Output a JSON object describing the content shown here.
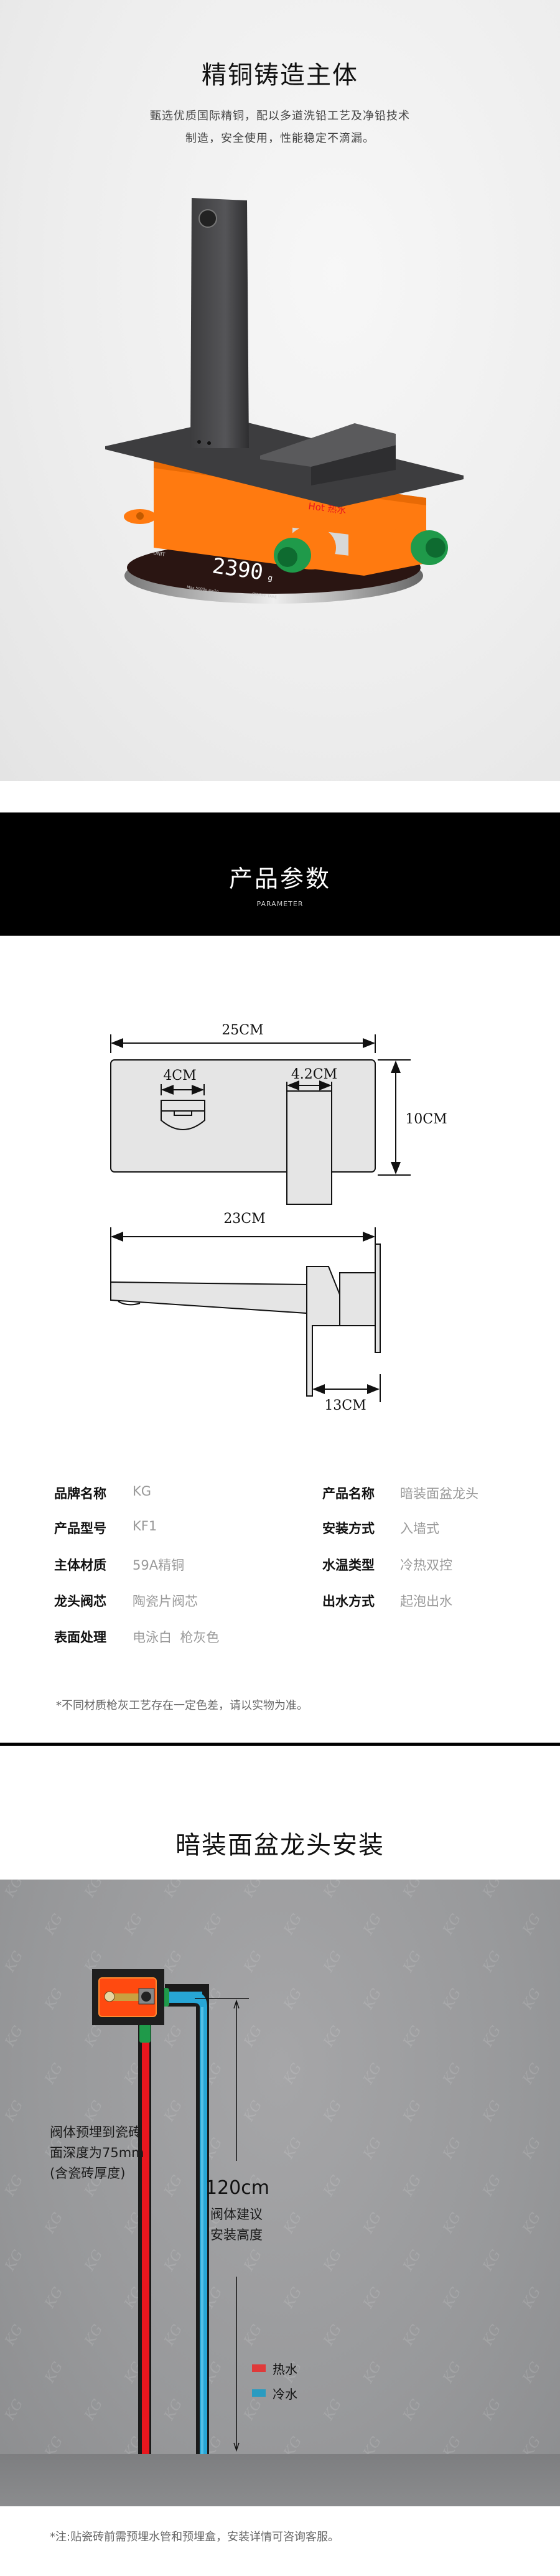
{
  "hero": {
    "title": "精铜铸造主体",
    "subtitle_lines": [
      "甄选优质国际精铜，配以多道洗铅工艺及净铅技术",
      "制造，安全使用，性能稳定不滴漏。"
    ],
    "product_labels": {
      "hot": "Hot 热水",
      "scale_reading": "2390",
      "scale_unit": "g",
      "scale_unit_btn": "UNIT",
      "scale_tare_btn": "ON/OFF TARE",
      "scale_max": "Max.5000g  e=1g"
    }
  },
  "parameter_band": {
    "title": "产品参数",
    "subtitle": "PARAMETER"
  },
  "dimensions": {
    "overall_width": "25CM",
    "handle_width": "4CM",
    "lever_width": "4.2CM",
    "plate_height": "10CM",
    "spout_length": "23CM",
    "lever_depth": "13CM"
  },
  "specs": {
    "left": [
      {
        "label": "品牌名称",
        "value": "KG"
      },
      {
        "label": "产品型号",
        "value": "KF1"
      },
      {
        "label": "主体材质",
        "value": "59A精铜"
      },
      {
        "label": "龙头阀芯",
        "value": "陶瓷片阀芯"
      },
      {
        "label": "表面处理",
        "value": "电泳白  枪灰色"
      }
    ],
    "right": [
      {
        "label": "产品名称",
        "value": "暗装面盆龙头"
      },
      {
        "label": "安装方式",
        "value": "入墙式"
      },
      {
        "label": "水温类型",
        "value": "冷热双控"
      },
      {
        "label": "出水方式",
        "value": "起泡出水"
      }
    ],
    "note": "*不同材质枪灰工艺存在一定色差，请以实物为准。"
  },
  "installation": {
    "title": "暗装面盆龙头安装",
    "depth_note_lines": [
      "阀体预埋到瓷砖",
      "面深度为75mm",
      "(含瓷砖厚度)"
    ],
    "height_value": "120cm",
    "height_note_lines": [
      "阀体建议",
      "安装高度"
    ],
    "legend": [
      {
        "label": "热水",
        "color": "#e03a3a"
      },
      {
        "label": "冷水",
        "color": "#2a9bc0"
      }
    ],
    "watermark": "KG",
    "footnote": "*注:贴瓷砖前需预埋水管和预埋盒，安装详情可咨询客服。"
  },
  "colors": {
    "orange": "#ff7a10",
    "gunmetal": "#4a4a4c",
    "green": "#1f9a4a",
    "hot_pipe": "#e8161e",
    "cold_pipe": "#27a6d6"
  }
}
